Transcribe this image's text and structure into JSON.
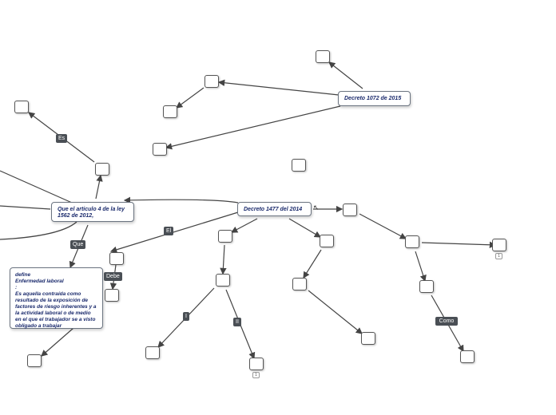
{
  "nodes": {
    "decreto_1072": "Decreto 1072 de 2015",
    "decreto_1477": "Decreto 1477 del 2014",
    "articulo_4": "Que el articulo 4 de la ley 1562 de 2012,",
    "define_block": {
      "line1": "define",
      "line2": "Enfermedad laboral",
      "line3": ":",
      "line4": "Es aquella contraída como resultado de la exposición de factores de riesgo inherentes y a la actividad laboral o de medio en el que el trabajador se a visto obligado a trabajar"
    }
  },
  "labels": {
    "es": "Es",
    "que": "Que",
    "el": "El",
    "debe": "Debe",
    "i": "I",
    "ii": "II",
    "como": "Como"
  },
  "badges": {
    "b1": "1",
    "b2": "1"
  },
  "marker": "↖",
  "colors": {
    "line": "#444444",
    "node_text": "#1a2a6c",
    "label_bg": "#4a4f55"
  }
}
